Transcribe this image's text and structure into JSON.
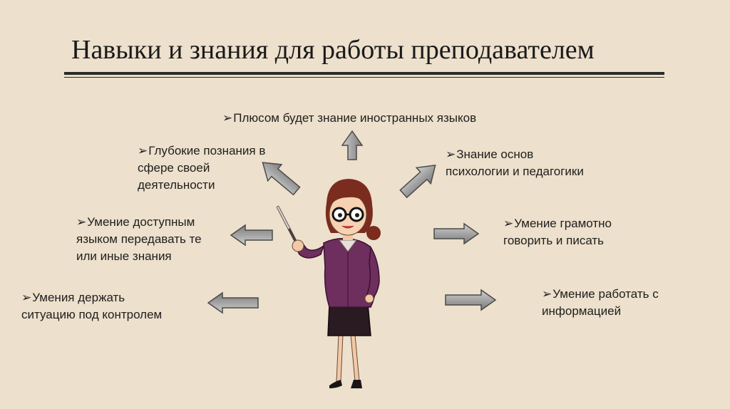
{
  "title": "Навыки и знания для работы преподавателем",
  "bullet_glyph": "➢",
  "colors": {
    "background": "#ede0cc",
    "arrow_fill": "#a8a8a8",
    "arrow_stroke": "#4a4a4a",
    "jacket": "#6e2e5e",
    "skirt": "#2a1a22",
    "hair": "#7a2c1e"
  },
  "items": {
    "foreign_languages": [
      "Плюсом будет знание иностранных языков"
    ],
    "deep_knowledge": [
      "Глубокие познания в",
      "сфере своей",
      "деятельности"
    ],
    "psychology": [
      "Знание основ",
      "психологии и педагогики"
    ],
    "accessible_language": [
      "Умение доступным",
      "языком передавать те",
      "или иные знания"
    ],
    "literacy": [
      "Умение грамотно",
      "говорить и писать"
    ],
    "control": [
      "Умения держать",
      "ситуацию под контролем"
    ],
    "information": [
      "Умение работать с",
      "информацией"
    ]
  }
}
